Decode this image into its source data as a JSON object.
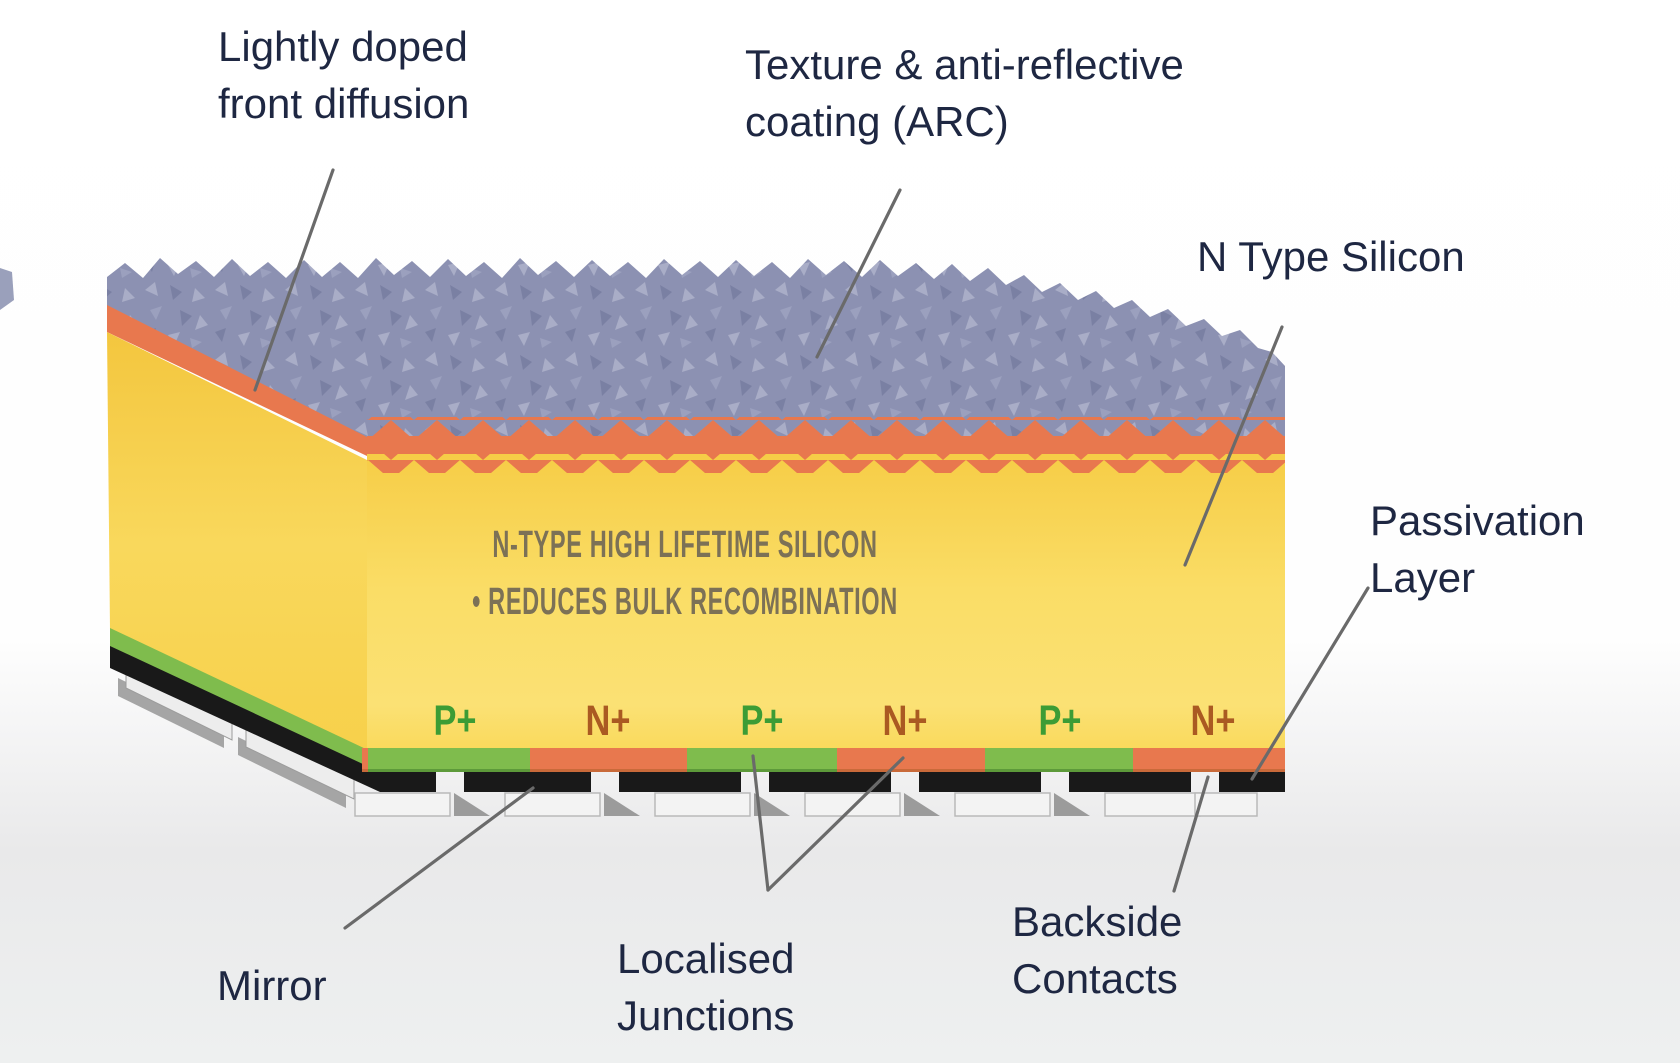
{
  "labels": {
    "front_diffusion": {
      "line1": "Lightly doped",
      "line2": "front diffusion"
    },
    "texture_arc": {
      "line1": "Texture & anti-reflective",
      "line2": "coating (ARC)"
    },
    "n_type_silicon": {
      "line1": "N Type Silicon"
    },
    "passivation_layer": {
      "line1": "Passivation",
      "line2": "Layer"
    },
    "mirror": {
      "line1": "Mirror"
    },
    "localised_junctions": {
      "line1": "Localised",
      "line2": "Junctions"
    },
    "backside_contacts": {
      "line1": "Backside",
      "line2": "Contacts"
    }
  },
  "body_text": {
    "line1": "N-TYPE HIGH LIFETIME SILICON",
    "line2": "• REDUCES BULK RECOMBINATION"
  },
  "junctions": [
    {
      "text": "P+",
      "type": "p"
    },
    {
      "text": "N+",
      "type": "n"
    },
    {
      "text": "P+",
      "type": "p"
    },
    {
      "text": "N+",
      "type": "n"
    },
    {
      "text": "P+",
      "type": "p"
    },
    {
      "text": "N+",
      "type": "n"
    }
  ],
  "colors": {
    "label_text": "#1e2742",
    "body_text": "#7c7156",
    "silicon_yellow": "#f8d44e",
    "arc_orange": "#e8784e",
    "texture_blue": "#8c91b2",
    "pplus_green": "#3c9c35",
    "nplus_brown": "#aa5a22",
    "strip_green": "#7fbc4d",
    "passivation_black": "#191919",
    "contact_white": "#f3f3f3",
    "leader_gray": "#6a6a6a"
  }
}
